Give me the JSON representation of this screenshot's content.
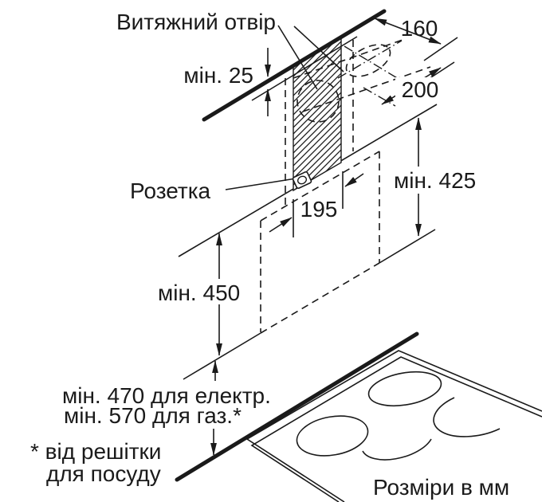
{
  "diagram": {
    "title_note": "Розміри в мм",
    "labels": {
      "exhaust_opening": "Витяжний отвір",
      "socket": "Розетка",
      "footnote_line1": "* від решітки",
      "footnote_line2": "для посуду"
    },
    "dimensions": {
      "min_ceiling_gap": "мін. 25",
      "ceiling_hole_offset": "160",
      "ceiling_hole_depth": "200",
      "strip_width": "195",
      "min_chimney_height": "мін. 425",
      "min_wall_height": "мін. 450",
      "min_electric": "мін. 470 для електр.",
      "min_gas": "мін. 570 для газ.*"
    },
    "colors": {
      "line": "#1a1a1a",
      "background": "#ffffff"
    }
  }
}
